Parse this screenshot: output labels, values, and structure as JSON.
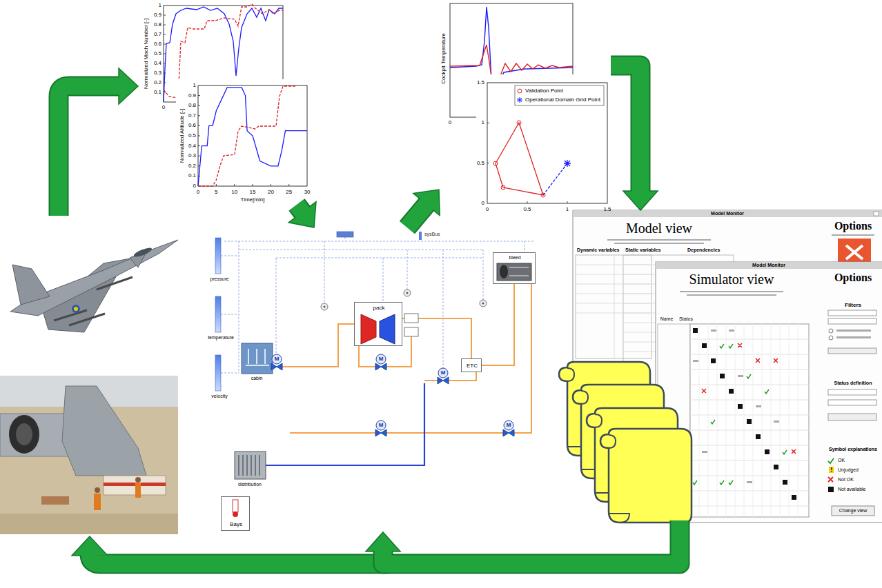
{
  "diagram": {
    "nodes": [
      {
        "text": [
          "Normalized Mach Number [-]"
        ]
      },
      {
        "text": [
          "Normalized Altitude [-]",
          "Time[min]"
        ]
      },
      {
        "text": [
          "Cockpit Temperature"
        ]
      },
      {
        "text": [
          "sysBus"
        ]
      },
      {
        "text": [
          "bleed"
        ],
        "in": 3
      },
      {
        "text": [
          "pack"
        ],
        "in": 3
      },
      {
        "text": [
          "ETC"
        ],
        "in": 3
      },
      {
        "text": [
          "Bays"
        ],
        "in": 3
      },
      {
        "text": [
          "Model Monitor",
          "Model view"
        ]
      },
      {
        "text": [
          "Model Monitor",
          "Simulator view"
        ]
      }
    ],
    "edges": [
      {
        "from": 1,
        "to": 3,
        "arrow": "to"
      },
      {
        "from": 3,
        "to": 2,
        "arrow": "to"
      },
      {
        "from": 2,
        "to": 8,
        "arrow": "to"
      },
      {
        "from": 9,
        "to": 3,
        "arrow": "to"
      }
    ],
    "labels": [
      "0",
      "0.1",
      "0.2",
      "0.3",
      "0.4",
      "0.5",
      "0.6",
      "0.7",
      "0.8",
      "0.9",
      "1",
      "0",
      "0.1",
      "0.2",
      "0.3",
      "0.4",
      "0.5",
      "0.6",
      "0.7",
      "0.8",
      "0.9",
      "1",
      "0",
      "5",
      "10",
      "15",
      "20",
      "25",
      "30",
      "0",
      "0",
      "0.5",
      "1",
      "1.5",
      "0",
      "0.5",
      "1",
      "1.5",
      "pressure",
      "temperature",
      "velocity",
      "cabin",
      "distribution",
      "M",
      "M",
      "M",
      "M",
      "M",
      "Options",
      "Dynamic variables",
      "Static variables",
      "Dependencies",
      "Options",
      "Filters",
      "Status definition",
      "Symbol explanations",
      "OK",
      "Unjudged",
      "Not OK",
      "Not available",
      "Change view",
      "Name",
      "Status"
    ],
    "legend": [
      {
        "text": "Validation Point"
      },
      {
        "text": "Operational Domain Grid Point"
      }
    ]
  }
}
